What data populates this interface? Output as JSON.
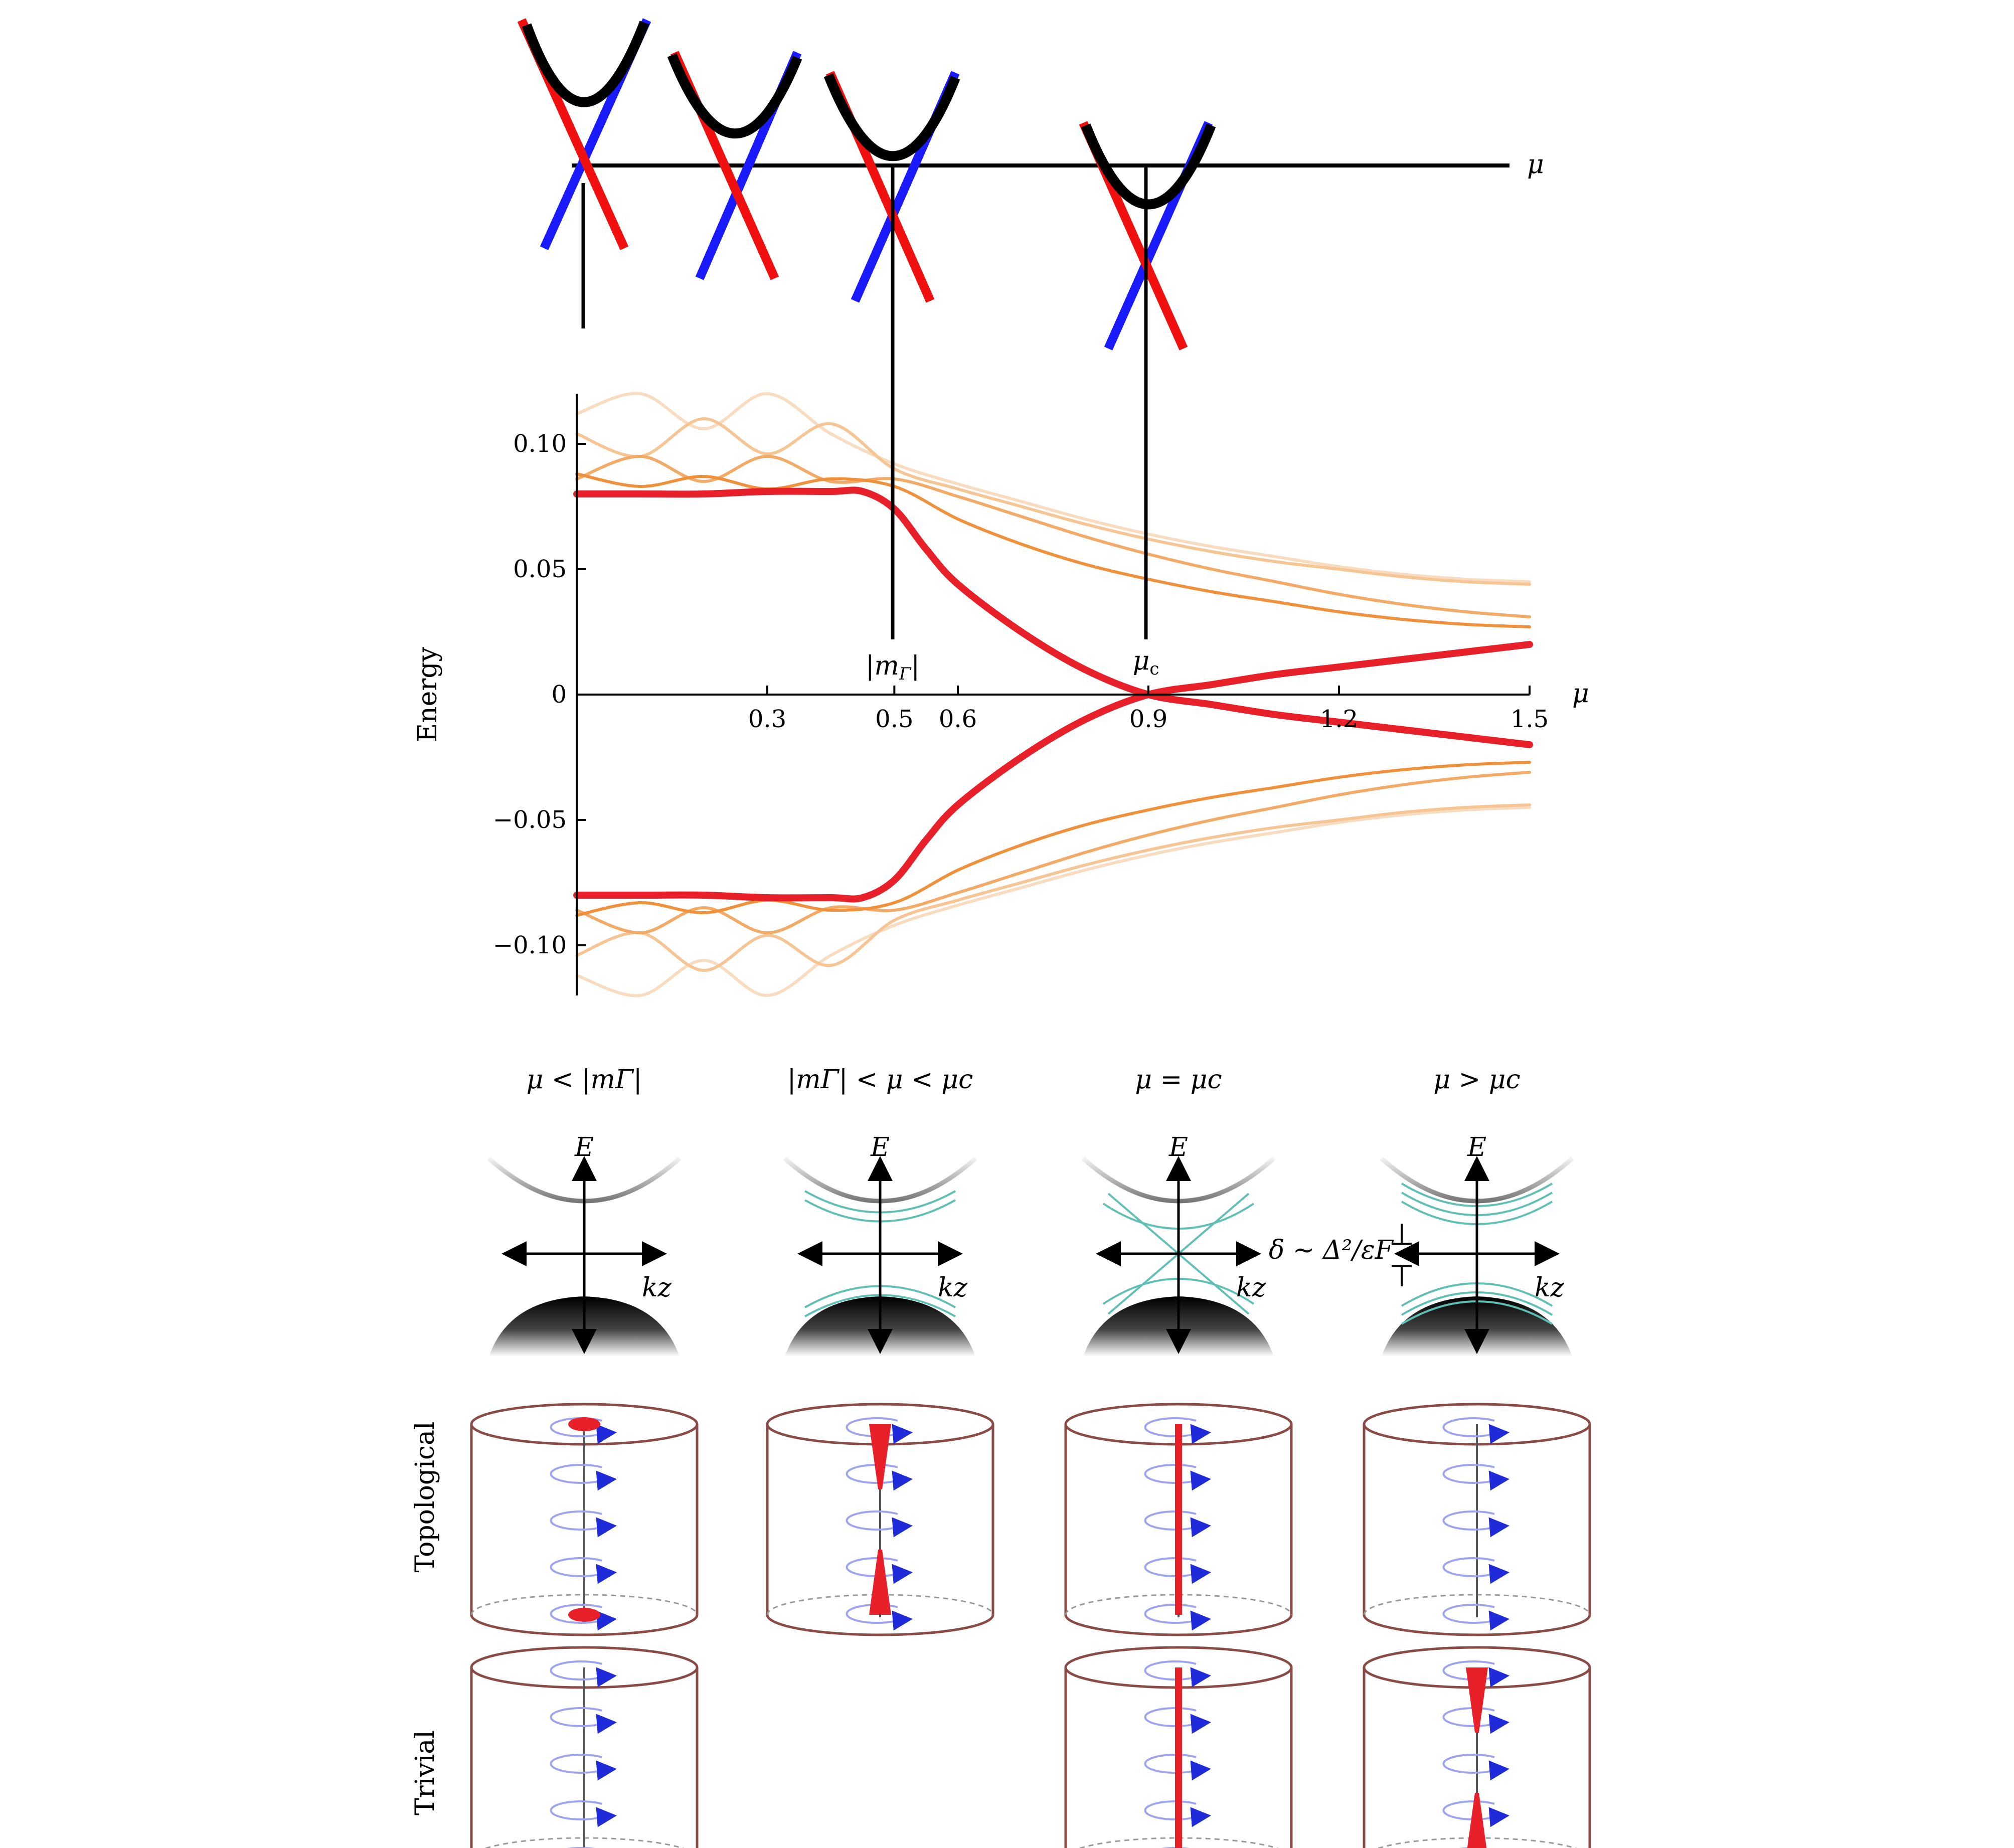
{
  "top_axis_label": "μ",
  "markers": {
    "m_gamma": "|m",
    "m_gamma_sub": "Γ",
    "mu_c": "μ",
    "mu_c_sub": "c"
  },
  "chart_data": {
    "type": "line",
    "title": "",
    "xlabel": "μ",
    "ylabel": "Energy",
    "xlim": [
      0,
      1.5
    ],
    "ylim": [
      -0.12,
      0.12
    ],
    "xticks": [
      0.3,
      0.5,
      0.6,
      0.9,
      1.2,
      1.5
    ],
    "xtick_labels": [
      "0.3",
      "0.5",
      "0.6",
      "0.9",
      "1.2",
      "1.5"
    ],
    "yticks": [
      0.1,
      0.05,
      0,
      -0.05,
      -0.1
    ],
    "ytick_labels": [
      "0.10",
      "0.05",
      "0",
      "−0.05",
      "−0.10"
    ],
    "grid": false,
    "legend": "none",
    "colors": {
      "lowest": "#e8202a",
      "level2": "#f0903a",
      "level3": "#f3aa66",
      "level4": "#f6c593",
      "level5": "#f9dcc0"
    },
    "series": [
      {
        "x": [
          0,
          0.1,
          0.2,
          0.3,
          0.4,
          0.45,
          0.5,
          0.55,
          0.6,
          0.7,
          0.8,
          0.9,
          1.0,
          1.1,
          1.2,
          1.3,
          1.4,
          1.5
        ],
        "y": [
          0.08,
          0.08,
          0.08,
          0.081,
          0.081,
          0.081,
          0.074,
          0.058,
          0.044,
          0.025,
          0.01,
          0.0,
          -0.004,
          -0.008,
          -0.011,
          -0.014,
          -0.017,
          -0.02
        ]
      },
      {
        "x": [
          0,
          0.1,
          0.2,
          0.3,
          0.4,
          0.45,
          0.5,
          0.55,
          0.6,
          0.7,
          0.8,
          0.9,
          1.0,
          1.1,
          1.2,
          1.3,
          1.4,
          1.5
        ],
        "y": [
          -0.08,
          -0.08,
          -0.08,
          -0.081,
          -0.081,
          -0.081,
          -0.074,
          -0.058,
          -0.044,
          -0.025,
          -0.01,
          0.0,
          0.004,
          0.008,
          0.011,
          0.014,
          0.017,
          0.02
        ]
      },
      {
        "x": [
          0,
          0.1,
          0.2,
          0.3,
          0.4,
          0.5,
          0.6,
          0.7,
          0.8,
          0.9,
          1.0,
          1.1,
          1.2,
          1.3,
          1.4,
          1.5
        ],
        "y": [
          0.088,
          0.083,
          0.087,
          0.082,
          0.086,
          0.083,
          0.07,
          0.06,
          0.052,
          0.046,
          0.041,
          0.037,
          0.033,
          0.03,
          0.028,
          0.027
        ]
      },
      {
        "x": [
          0,
          0.1,
          0.2,
          0.3,
          0.4,
          0.5,
          0.6,
          0.7,
          0.8,
          0.9,
          1.0,
          1.1,
          1.2,
          1.3,
          1.4,
          1.5
        ],
        "y": [
          -0.088,
          -0.083,
          -0.087,
          -0.082,
          -0.086,
          -0.083,
          -0.07,
          -0.06,
          -0.052,
          -0.046,
          -0.041,
          -0.037,
          -0.033,
          -0.03,
          -0.028,
          -0.027
        ]
      },
      {
        "x": [
          0,
          0.1,
          0.2,
          0.3,
          0.4,
          0.5,
          0.6,
          0.7,
          0.8,
          0.9,
          1.0,
          1.1,
          1.2,
          1.3,
          1.4,
          1.5
        ],
        "y": [
          0.086,
          0.095,
          0.085,
          0.095,
          0.085,
          0.086,
          0.079,
          0.071,
          0.063,
          0.056,
          0.05,
          0.045,
          0.04,
          0.036,
          0.033,
          0.031
        ]
      },
      {
        "x": [
          0,
          0.1,
          0.2,
          0.3,
          0.4,
          0.5,
          0.6,
          0.7,
          0.8,
          0.9,
          1.0,
          1.1,
          1.2,
          1.3,
          1.4,
          1.5
        ],
        "y": [
          -0.086,
          -0.095,
          -0.085,
          -0.095,
          -0.085,
          -0.086,
          -0.079,
          -0.071,
          -0.063,
          -0.056,
          -0.05,
          -0.045,
          -0.04,
          -0.036,
          -0.033,
          -0.031
        ]
      },
      {
        "x": [
          0,
          0.1,
          0.2,
          0.3,
          0.4,
          0.5,
          0.6,
          0.7,
          0.8,
          0.9,
          1.0,
          1.1,
          1.2,
          1.3,
          1.4,
          1.5
        ],
        "y": [
          0.104,
          0.095,
          0.11,
          0.096,
          0.108,
          0.09,
          0.082,
          0.075,
          0.068,
          0.062,
          0.057,
          0.053,
          0.05,
          0.047,
          0.045,
          0.044
        ]
      },
      {
        "x": [
          0,
          0.1,
          0.2,
          0.3,
          0.4,
          0.5,
          0.6,
          0.7,
          0.8,
          0.9,
          1.0,
          1.1,
          1.2,
          1.3,
          1.4,
          1.5
        ],
        "y": [
          -0.104,
          -0.095,
          -0.11,
          -0.096,
          -0.108,
          -0.09,
          -0.082,
          -0.075,
          -0.068,
          -0.062,
          -0.057,
          -0.053,
          -0.05,
          -0.047,
          -0.045,
          -0.044
        ]
      },
      {
        "x": [
          0,
          0.1,
          0.2,
          0.3,
          0.4,
          0.5,
          0.6,
          0.7,
          0.8,
          0.9,
          1.0,
          1.1,
          1.2,
          1.3,
          1.4,
          1.5
        ],
        "y": [
          0.112,
          0.12,
          0.106,
          0.12,
          0.104,
          0.092,
          0.084,
          0.077,
          0.07,
          0.064,
          0.059,
          0.055,
          0.051,
          0.048,
          0.046,
          0.045
        ]
      },
      {
        "x": [
          0,
          0.1,
          0.2,
          0.3,
          0.4,
          0.5,
          0.6,
          0.7,
          0.8,
          0.9,
          1.0,
          1.1,
          1.2,
          1.3,
          1.4,
          1.5
        ],
        "y": [
          -0.112,
          -0.12,
          -0.106,
          -0.12,
          -0.104,
          -0.092,
          -0.084,
          -0.077,
          -0.07,
          -0.064,
          -0.059,
          -0.055,
          -0.051,
          -0.048,
          -0.046,
          -0.045
        ]
      }
    ]
  },
  "regimes": [
    {
      "condition": "μ < |mΓ|",
      "axis_e": "E",
      "axis_k": "kz",
      "rows": [
        "topological",
        "trivial"
      ]
    },
    {
      "condition": "|mΓ| < μ < μc",
      "axis_e": "E",
      "axis_k": "kz",
      "rows": [
        "topological"
      ]
    },
    {
      "condition": "μ = μc",
      "axis_e": "E",
      "axis_k": "kz",
      "rows": [
        "topological",
        "trivial"
      ]
    },
    {
      "condition": "μ > μc",
      "axis_e": "E",
      "axis_k": "kz",
      "rows": [
        "topological",
        "trivial"
      ]
    }
  ],
  "gap_annotation": "δ ∼ Δ²/εF",
  "row_labels": {
    "topological": "Topological",
    "trivial": "Trivial"
  }
}
